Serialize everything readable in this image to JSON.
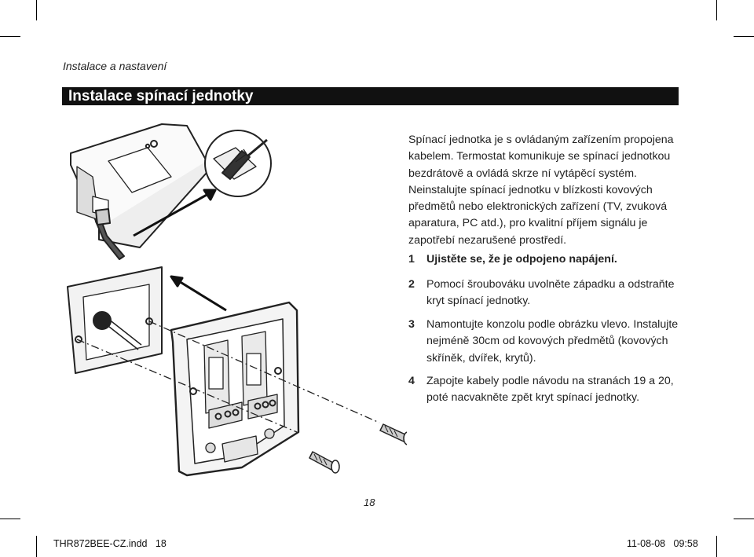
{
  "header": {
    "section_label": "Instalace a nastavení",
    "title": "Instalace spínací jednotky"
  },
  "intro": "Spínací jednotka je s ovládaným zařízením propojena kabelem. Termostat komunikuje se spínací jednotkou bezdrátově a ovládá skrze ní vytápěcí systém. Neinstalujte spínací jednotku v blízkosti kovových předmětů nebo elektronických zařízení (TV, zvuková aparatura, PC atd.), pro kvalitní příjem signálu je zapotřebí nezarušené prostředí.",
  "steps": [
    {
      "number": "1",
      "text": "Ujistěte se, že je odpojeno napájení."
    },
    {
      "number": "2",
      "text": "Pomocí šroubováku uvolněte západku a odstraňte kryt spínací jednotky."
    },
    {
      "number": "3",
      "text": "Namontujte konzolu podle obrázku vlevo. Instalujte nejméně 30cm od kovových předmětů (kovových skříněk, dvířek, krytů)."
    },
    {
      "number": "4",
      "text": "Zapojte kabely podle návodu na stranách 19 a 20, poté nacvakněte zpět kryt spínací jednotky."
    }
  ],
  "footer": {
    "page_number": "18",
    "file_info": "THR872BEE-CZ.indd   18",
    "date_info": "11-08-08   09:58"
  }
}
